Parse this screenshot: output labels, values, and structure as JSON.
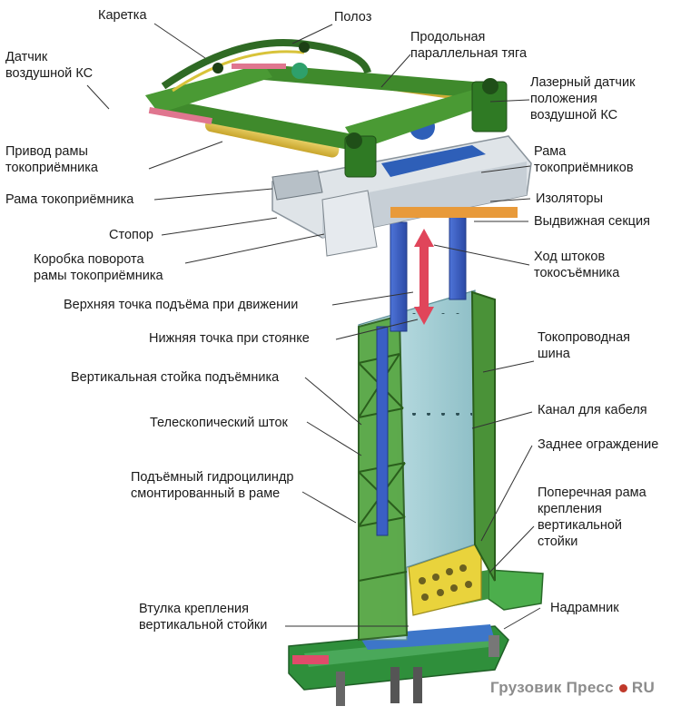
{
  "labels": {
    "karetka": "Каретка",
    "poloz": "Полоз",
    "datchik": [
      "Датчик",
      "воздушной КС"
    ],
    "prodolnaya": [
      "Продольная",
      "параллельная тяга"
    ],
    "lazerny": [
      "Лазерный датчик",
      "положения",
      "воздушной КС"
    ],
    "privod": [
      "Привод рамы",
      "токоприёмника"
    ],
    "rama_tokopriemnikov": [
      "Рама",
      "токоприёмников"
    ],
    "rama_tokopriemnika": "Рама токоприёмника",
    "izolyatory": "Изоляторы",
    "vydvizhnaya": "Выдвижная секция",
    "stopor": "Стопор",
    "korobka": [
      "Коробка поворота",
      "рамы токоприёмника"
    ],
    "khod": [
      "Ход штоков",
      "токосъёмника"
    ],
    "verkhnyaya": "Верхняя точка подъёма при движении",
    "nizhnyaya": "Нижняя точка при стоянке",
    "tokoprovodnaya": [
      "Токопроводная",
      "шина"
    ],
    "vertikalnaya": "Вертикальная стойка подъёмника",
    "kanal": "Канал для кабеля",
    "teleskopichesky": "Телескопический шток",
    "zadnee": "Заднее ограждение",
    "gidrotsilindr": [
      "Подъёмный гидроцилиндр",
      "смонтированный в раме"
    ],
    "poperechnaya": [
      "Поперечная рама",
      "крепления",
      "вертикальной",
      "стойки"
    ],
    "nadramnik": "Надрамник",
    "vtulka": [
      "Втулка крепления",
      "вертикальной стойки"
    ]
  },
  "watermark": {
    "brand": "Грузовик Пресс",
    "domain": "RU"
  },
  "colors": {
    "frame_green": "#3f8a2c",
    "frame_dark": "#2a5e1c",
    "column_teal": "#a9d3d8",
    "column_blue": "#3a5fc4",
    "carriage_white": "#dfe4e8",
    "cylinder_yellow": "#e6c64a",
    "plate_yellow": "#e9d33c",
    "arrow_red": "#e0455a",
    "chassis_green": "#2f8f3b"
  }
}
